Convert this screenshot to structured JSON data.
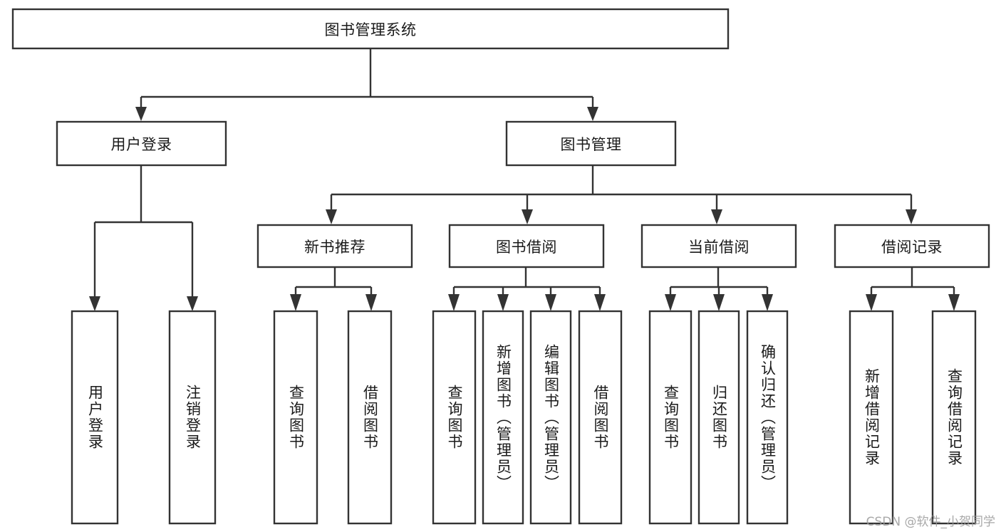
{
  "diagram": {
    "type": "tree-hierarchy-chart",
    "title": "图书管理系统",
    "watermark": "CSDN @软件_小贺同学",
    "colors": {
      "box_stroke": "#333333",
      "box_fill": "#ffffff",
      "connector": "#333333",
      "text": "#1a1a1a",
      "watermark": "#9a9a9a",
      "background": "#ffffff"
    },
    "nodes": {
      "root": {
        "label": "图书管理系统",
        "level": 1,
        "orientation": "horizontal"
      },
      "user_login": {
        "label": "用户登录",
        "level": 2,
        "orientation": "horizontal"
      },
      "book_manage": {
        "label": "图书管理",
        "level": 2,
        "orientation": "horizontal"
      },
      "new_book_rec": {
        "label": "新书推荐",
        "level": 3,
        "orientation": "horizontal"
      },
      "book_borrow": {
        "label": "图书借阅",
        "level": 3,
        "orientation": "horizontal"
      },
      "current_borrow": {
        "label": "当前借阅",
        "level": 3,
        "orientation": "horizontal"
      },
      "borrow_record": {
        "label": "借阅记录",
        "level": 3,
        "orientation": "horizontal"
      },
      "leaf_user_login": {
        "label": "用户登录",
        "level": 4,
        "orientation": "vertical"
      },
      "leaf_logout": {
        "label": "注销登录",
        "level": 4,
        "orientation": "vertical"
      },
      "leaf_query_book_1": {
        "label": "查询图书",
        "level": 4,
        "orientation": "vertical"
      },
      "leaf_borrow_book_1": {
        "label": "借阅图书",
        "level": 4,
        "orientation": "vertical"
      },
      "leaf_query_book_2": {
        "label": "查询图书",
        "level": 4,
        "orientation": "vertical"
      },
      "leaf_add_book": {
        "label": "新增图书（管理员）",
        "level": 4,
        "orientation": "vertical"
      },
      "leaf_edit_book": {
        "label": "编辑图书（管理员）",
        "level": 4,
        "orientation": "vertical"
      },
      "leaf_borrow_book_2": {
        "label": "借阅图书",
        "level": 4,
        "orientation": "vertical"
      },
      "leaf_query_book_3": {
        "label": "查询图书",
        "level": 4,
        "orientation": "vertical"
      },
      "leaf_return_book": {
        "label": "归还图书",
        "level": 4,
        "orientation": "vertical"
      },
      "leaf_confirm_return": {
        "label": "确认归还（管理员）",
        "level": 4,
        "orientation": "vertical"
      },
      "leaf_add_record": {
        "label": "新增借阅记录",
        "level": 4,
        "orientation": "vertical"
      },
      "leaf_query_record": {
        "label": "查询借阅记录",
        "level": 4,
        "orientation": "vertical"
      }
    },
    "edges": [
      {
        "from": "root",
        "to": "user_login"
      },
      {
        "from": "root",
        "to": "book_manage"
      },
      {
        "from": "user_login",
        "to": "leaf_user_login"
      },
      {
        "from": "user_login",
        "to": "leaf_logout"
      },
      {
        "from": "book_manage",
        "to": "new_book_rec"
      },
      {
        "from": "book_manage",
        "to": "book_borrow"
      },
      {
        "from": "book_manage",
        "to": "current_borrow"
      },
      {
        "from": "book_manage",
        "to": "borrow_record"
      },
      {
        "from": "new_book_rec",
        "to": "leaf_query_book_1"
      },
      {
        "from": "new_book_rec",
        "to": "leaf_borrow_book_1"
      },
      {
        "from": "book_borrow",
        "to": "leaf_query_book_2"
      },
      {
        "from": "book_borrow",
        "to": "leaf_add_book"
      },
      {
        "from": "book_borrow",
        "to": "leaf_edit_book"
      },
      {
        "from": "book_borrow",
        "to": "leaf_borrow_book_2"
      },
      {
        "from": "current_borrow",
        "to": "leaf_query_book_3"
      },
      {
        "from": "current_borrow",
        "to": "leaf_return_book"
      },
      {
        "from": "current_borrow",
        "to": "leaf_confirm_return"
      },
      {
        "from": "borrow_record",
        "to": "leaf_add_record"
      },
      {
        "from": "borrow_record",
        "to": "leaf_query_record"
      }
    ]
  }
}
